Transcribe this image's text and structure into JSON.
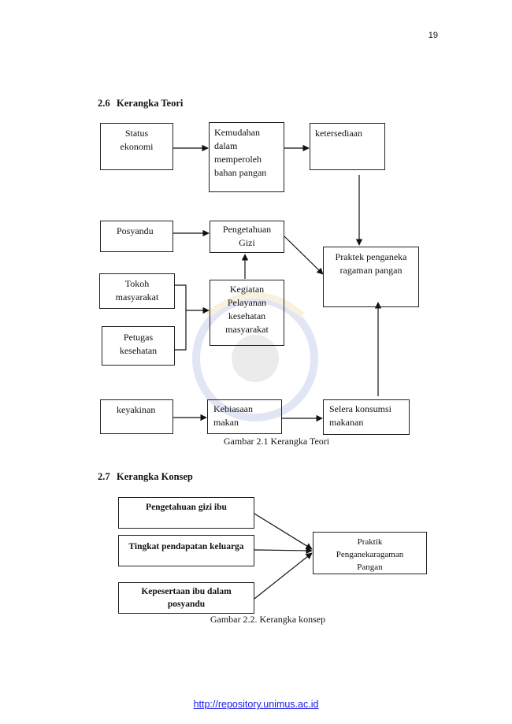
{
  "page_number": "19",
  "section_26": {
    "number": "2.6",
    "title": "Kerangka Teori"
  },
  "teori": {
    "status_ekonomi": "Status ekonomi",
    "kemudahan": "Kemudahan dalam memperoleh bahan pangan",
    "ketersediaan": "ketersediaan",
    "posyandu": "Posyandu",
    "pengetahuan_gizi": "Pengetahuan Gizi",
    "praktek": "Praktek penganeka ragaman pangan",
    "tokoh": "Tokoh masyarakat",
    "kegiatan": "Kegiatan Pelayanan kesehatan masyarakat",
    "petugas": "Petugas kesehatan",
    "keyakinan": "keyakinan",
    "kebiasaan": "Kebiasaan makan",
    "selera": "Selera konsumsi makanan"
  },
  "caption_21": "Gambar  2.1 Kerangka Teori",
  "section_27": {
    "number": "2.7",
    "title": "Kerangka Konsep"
  },
  "konsep": {
    "pengetahuan_ibu": "Pengetahuan gizi ibu",
    "pendapatan": "Tingkat pendapatan keluarga",
    "kepesertaan": "Kepesertaan ibu dalam posyandu",
    "praktik": "Praktik Penganekaragaman Pangan"
  },
  "caption_22": "Gambar  2.2. Kerangka konsep",
  "footer_url": "http://repository.unimus.ac.id"
}
